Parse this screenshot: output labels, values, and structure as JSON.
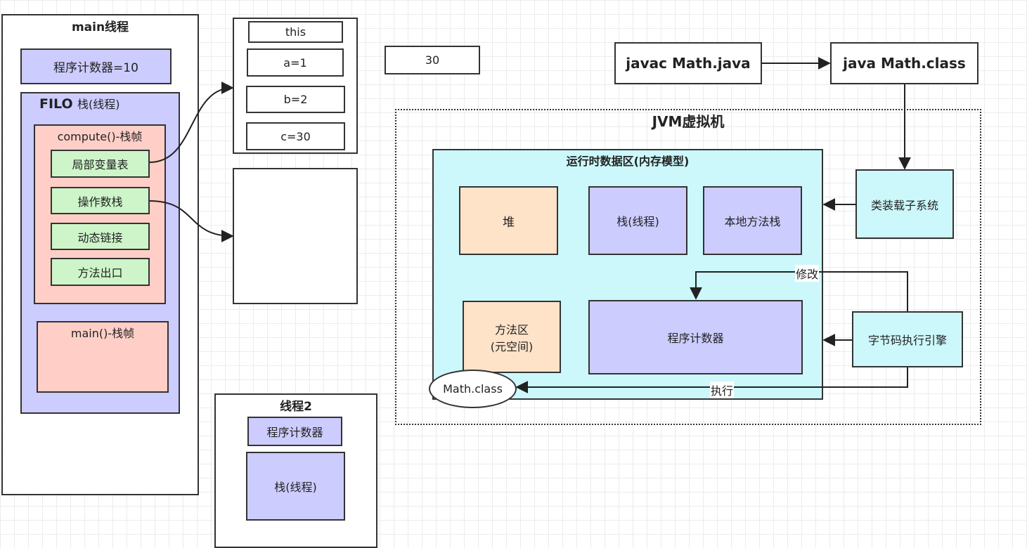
{
  "main_thread": {
    "title": "main线程",
    "pc": "程序计数器=10",
    "stack_filo": "FILO",
    "stack_label": "栈(线程)",
    "compute_frame": {
      "title": "compute()-栈帧",
      "items": [
        "局部变量表",
        "操作数栈",
        "动态链接",
        "方法出口"
      ]
    },
    "main_frame": "main()-栈帧"
  },
  "locals": [
    "this",
    "a=1",
    "b=2",
    "c=30"
  ],
  "operand_value": "30",
  "thread2": {
    "title": "线程2",
    "pc": "程序计数器",
    "stack": "栈(线程)"
  },
  "compile": {
    "javac": "javac Math.java",
    "java": "java Math.class"
  },
  "jvm": {
    "title": "JVM虚拟机",
    "runtime_area": {
      "title": "运行时数据区(内存模型)",
      "heap": "堆",
      "stack": "栈(线程)",
      "native_stack": "本地方法栈",
      "method_area": {
        "line1": "方法区",
        "line2": "(元空间)"
      },
      "pc": "程序计数器"
    },
    "class_loader": "类装载子系统",
    "engine": "字节码执行引擎",
    "math_class": "Math.class",
    "modify_label": "修改",
    "execute_label": "执行"
  },
  "colors": {
    "purple": "#ccccff",
    "pink": "#ffcfc7",
    "green": "#cdf5c9",
    "peach": "#ffe3c8",
    "cyan": "#ccf8fb"
  }
}
